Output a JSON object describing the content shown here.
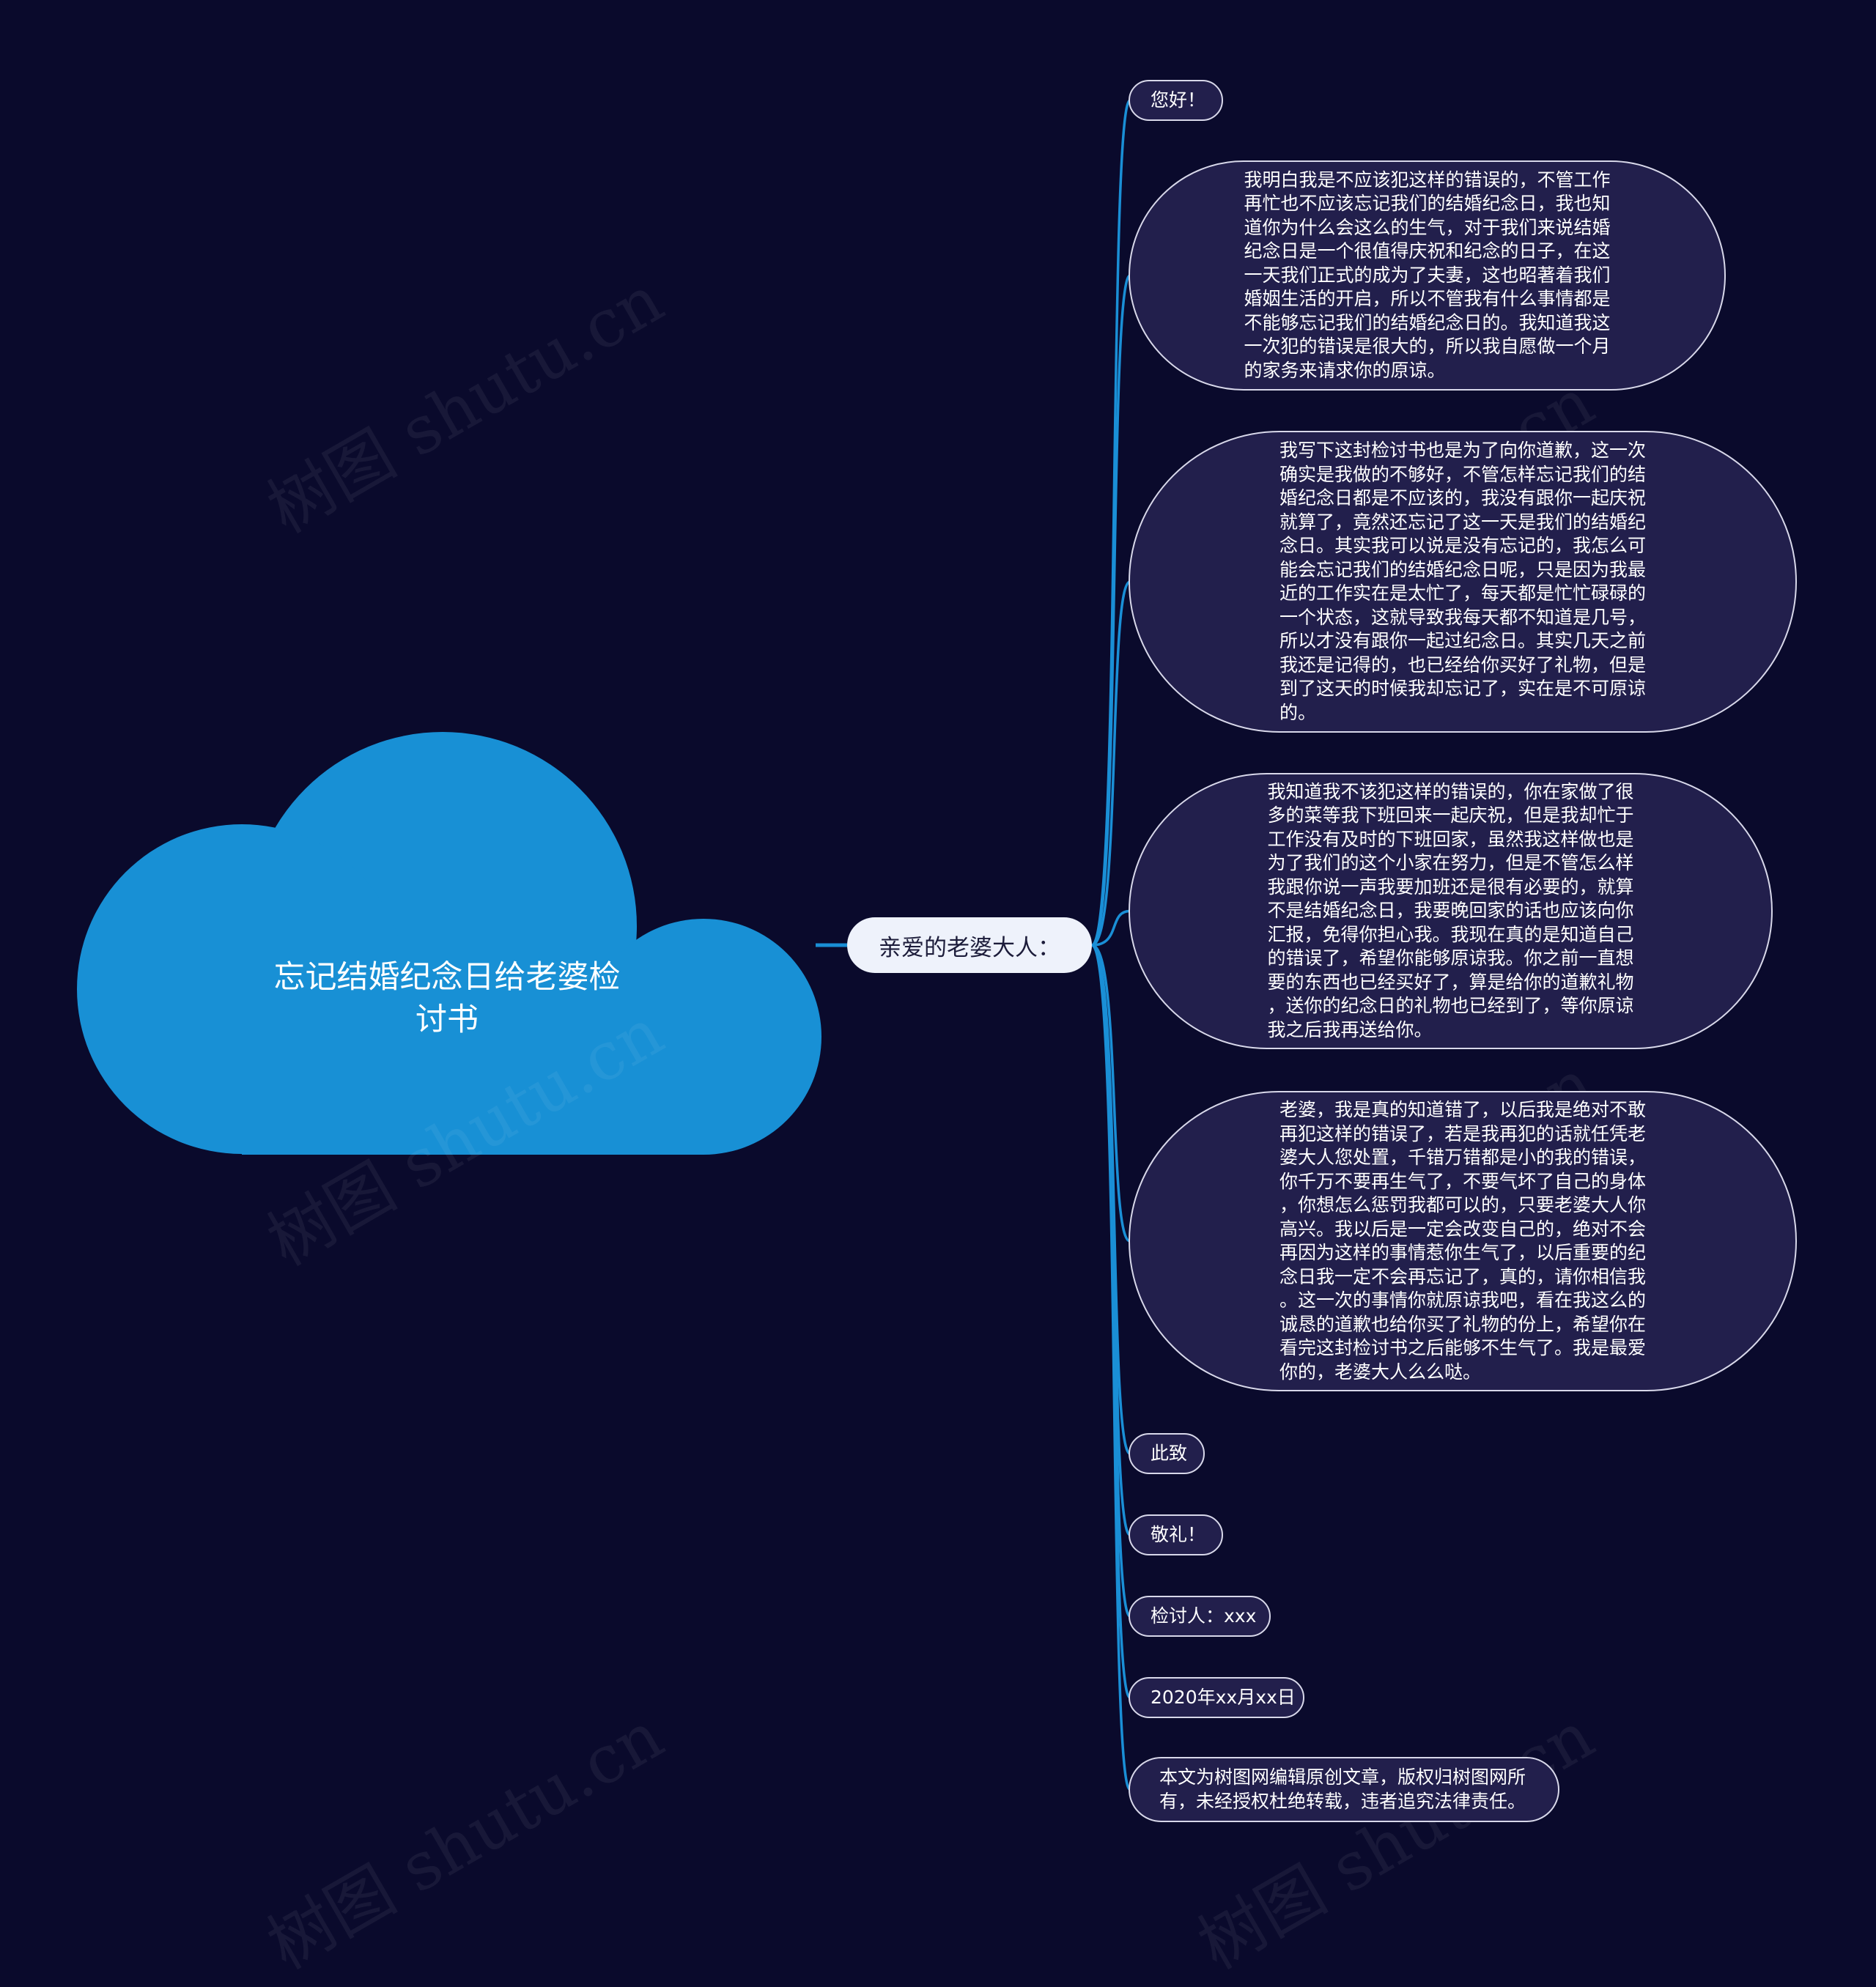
{
  "colors": {
    "background": "#0a0a2c",
    "cloud": "#1890d5",
    "branch": "#1a8fd6",
    "bubble": "#221f4c"
  },
  "root": {
    "title_line1": "忘记结婚纪念日给老婆检",
    "title_line2": "讨书"
  },
  "center": {
    "label": "亲爱的老婆大人："
  },
  "greeting": "您好！",
  "paragraphs": [
    {
      "lines": [
        "我明白我是不应该犯这样的错误的，不管工作",
        "再忙也不应该忘记我们的结婚纪念日，我也知",
        "道你为什么会这么的生气，对于我们来说结婚",
        "纪念日是一个很值得庆祝和纪念的日子，在这",
        "一天我们正式的成为了夫妻，这也昭著着我们",
        "婚姻生活的开启，所以不管我有什么事情都是",
        "不能够忘记我们的结婚纪念日的。我知道我这",
        "一次犯的错误是很大的，所以我自愿做一个月",
        "的家务来请求你的原谅。"
      ]
    },
    {
      "lines": [
        "我写下这封检讨书也是为了向你道歉，这一次",
        "确实是我做的不够好，不管怎样忘记我们的结",
        "婚纪念日都是不应该的，我没有跟你一起庆祝",
        "就算了，竟然还忘记了这一天是我们的结婚纪",
        "念日。其实我可以说是没有忘记的，我怎么可",
        "能会忘记我们的结婚纪念日呢，只是因为我最",
        "近的工作实在是太忙了，每天都是忙忙碌碌的",
        "一个状态，这就导致我每天都不知道是几号，",
        "所以才没有跟你一起过纪念日。其实几天之前",
        "我还是记得的，也已经给你买好了礼物，但是",
        "到了这天的时候我却忘记了，实在是不可原谅",
        "的。"
      ]
    },
    {
      "lines": [
        "我知道我不该犯这样的错误的，你在家做了很",
        "多的菜等我下班回来一起庆祝，但是我却忙于",
        "工作没有及时的下班回家，虽然我这样做也是",
        "为了我们的这个小家在努力，但是不管怎么样",
        "我跟你说一声我要加班还是很有必要的，就算",
        "不是结婚纪念日，我要晚回家的话也应该向你",
        "汇报，免得你担心我。我现在真的是知道自己",
        "的错误了，希望你能够原谅我。你之前一直想",
        "要的东西也已经买好了，算是给你的道歉礼物",
        "，送你的纪念日的礼物也已经到了，等你原谅",
        "我之后我再送给你。"
      ]
    },
    {
      "lines": [
        "老婆，我是真的知道错了，以后我是绝对不敢",
        "再犯这样的错误了，若是我再犯的话就任凭老",
        "婆大人您处置，千错万错都是小的我的错误，",
        "你千万不要再生气了，不要气坏了自己的身体",
        "，你想怎么惩罚我都可以的，只要老婆大人你",
        "高兴。我以后是一定会改变自己的，绝对不会",
        "再因为这样的事情惹你生气了，以后重要的纪",
        "念日我一定不会再忘记了，真的，请你相信我",
        "。这一次的事情你就原谅我吧，看在我这么的",
        "诚恳的道歉也给你买了礼物的份上，希望你在",
        "看完这封检讨书之后能够不生气了。我是最爱",
        "你的，老婆大人么么哒。"
      ]
    }
  ],
  "closing": "此致",
  "salute": "敬礼！",
  "signer": "检讨人：xxx",
  "date": "2020年xx月xx日",
  "footer": {
    "line1": "本文为树图网编辑原创文章，版权归树图网所",
    "line2": "有，未经授权杜绝转载，违者追究法律责任。"
  },
  "watermark": "树图 shutu.cn"
}
